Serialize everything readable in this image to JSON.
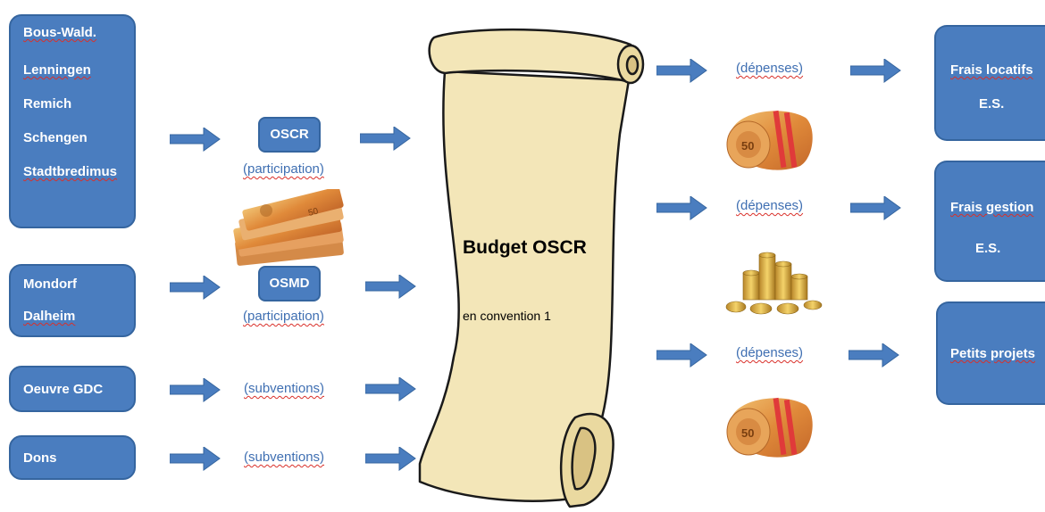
{
  "sources": {
    "communes": [
      "Bous-Wald.",
      "Lenningen",
      "Remich",
      "Schengen",
      "Stadtbredimus"
    ],
    "communes2": [
      "Mondorf",
      "Dalheim"
    ],
    "oeuvre": "Oeuvre GDC",
    "dons": "Dons"
  },
  "intermediates": {
    "oscr": "OSCR",
    "oscr_caption": "(participation)",
    "osmd": "OSMD",
    "osmd_caption": "(participation)",
    "subv1": "(subventions)",
    "subv2": "(subventions)"
  },
  "scroll": {
    "title": "Budget OSCR",
    "subtitle": "en convention 1"
  },
  "outputs": {
    "depenses1": "(dépenses)",
    "depenses2": "(dépenses)",
    "depenses3": "(dépenses)",
    "frais_locatifs_l1": "Frais locatifs",
    "frais_locatifs_l2": "E.S.",
    "frais_gestion_l1": "Frais gestion",
    "frais_gestion_l2": "E.S.",
    "petits_projets": "Petits projets"
  },
  "colors": {
    "box": "#4a7dbf",
    "arrow": "#4a7dbf",
    "scroll": "#f3e6b8",
    "label": "#3f6fb2"
  }
}
